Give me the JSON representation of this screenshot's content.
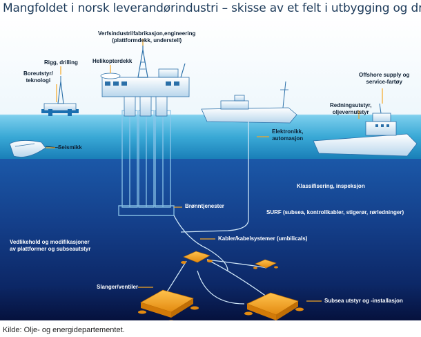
{
  "title": "Mangfoldet i norsk leverandørindustri – skisse av et felt i utbygging og drift",
  "labels": {
    "verfsindustri_1": "Verfsindustri/fabrikasjon,engineering",
    "verfsindustri_2": "(plattformdekk, understell)",
    "helikopterdekk": "Helikopterdekk",
    "rigg": "Rigg, drilling",
    "boreutstyr_1": "Boreutstyr/",
    "boreutstyr_2": "teknologi",
    "offshore_1": "Offshore supply og",
    "offshore_2": "service-fartøy",
    "redning_1": "Redningsutstyr,",
    "redning_2": "oljevernutstyr",
    "elektronikk_1": "Elektronikk,",
    "elektronikk_2": "automasjon",
    "seismikk": "Seismikk",
    "klassifisering": "Klassifisering, inspeksjon",
    "bronntjenester": "Brønntjenester",
    "surf": "SURF (subsea, kontrollkabler, stigerør, rørledninger)",
    "vedlikehold_1": "Vedlikehold og modifikasjoner",
    "vedlikehold_2": "av plattformer og subseautstyr",
    "kabler": "Kabler/kabelsystemer (umbilicals)",
    "slanger": "Slanger/ventiler",
    "subsea": "Subsea utstyr og -installasjon"
  },
  "source": "Kilde: Olje- og energidepartementet.",
  "colors": {
    "accent": "#f5a623",
    "sea_top": "#4fb3d9",
    "sea_deep": "#0a1f5c",
    "label_dark": "#0d1f33"
  }
}
